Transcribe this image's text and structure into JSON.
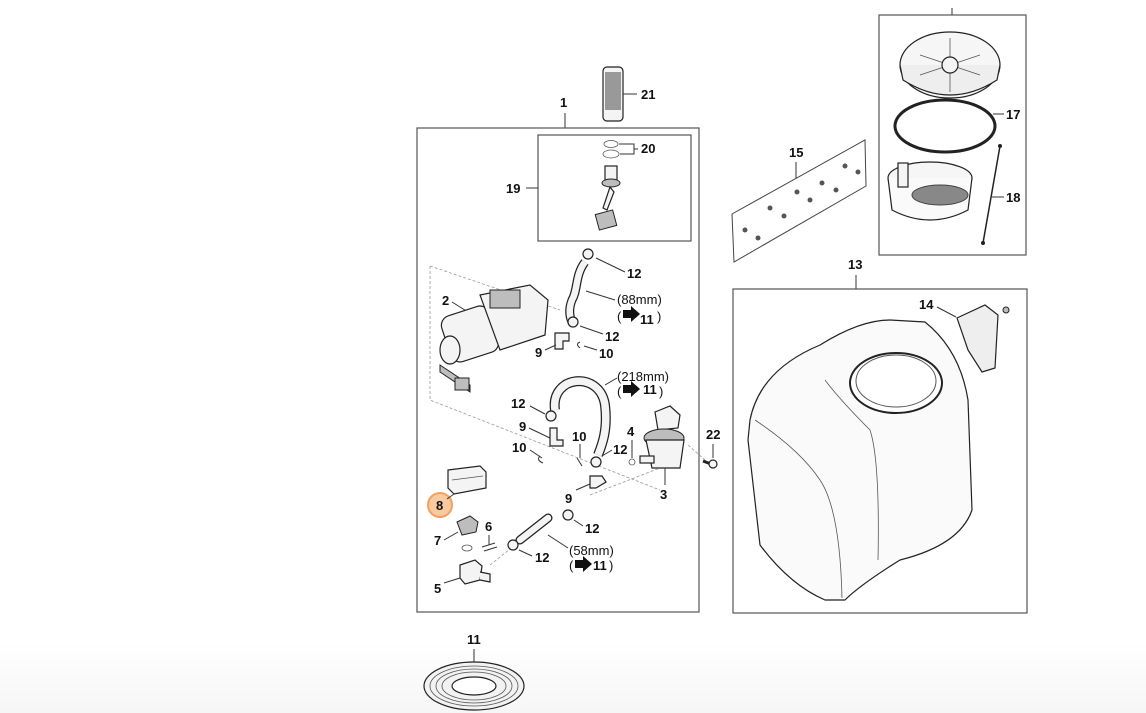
{
  "diagram": {
    "type": "exploded parts diagram",
    "highlight_color": "#f0a060",
    "highlighted_callout": "8",
    "callouts": {
      "c1": "1",
      "c2": "2",
      "c3": "3",
      "c4": "4",
      "c5": "5",
      "c6": "6",
      "c7": "7",
      "c8": "8",
      "c9a": "9",
      "c9b": "9",
      "c9c": "9",
      "c10a": "10",
      "c10b": "10",
      "c10c": "10",
      "c11": "11",
      "c12a": "12",
      "c12b": "12",
      "c12c": "12",
      "c12d": "12",
      "c12e": "12",
      "c12f": "12",
      "c13": "13",
      "c14": "14",
      "c15": "15",
      "c17": "17",
      "c18": "18",
      "c19": "19",
      "c20": "20",
      "c21": "21",
      "c22": "22"
    },
    "hose_notes": [
      {
        "length": "(88mm)",
        "ref_open": "(",
        "ref_part": "11",
        "ref_close": ")"
      },
      {
        "length": "(218mm)",
        "ref_open": "(",
        "ref_part": "11",
        "ref_close": ")"
      },
      {
        "length": "(58mm)",
        "ref_open": "(",
        "ref_part": "11",
        "ref_close": ")"
      }
    ]
  }
}
